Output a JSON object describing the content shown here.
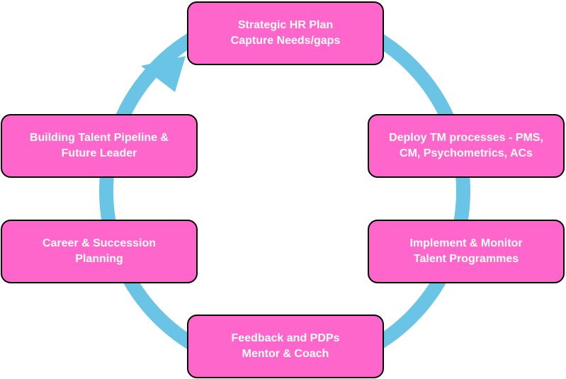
{
  "diagram": {
    "type": "cycle",
    "colors": {
      "node_fill": "#ff66cc",
      "node_border": "#000000",
      "node_text": "#ffffff",
      "ring": "#6ac4e6",
      "background": "#ffffff"
    },
    "nodes": [
      {
        "id": "strategic-hr-plan",
        "text": "Strategic HR Plan\nCapture Needs/gaps"
      },
      {
        "id": "deploy-tm-processes",
        "text": "Deploy TM processes - PMS,\nCM, Psychometrics, ACs"
      },
      {
        "id": "implement-monitor",
        "text": "Implement & Monitor\nTalent Programmes"
      },
      {
        "id": "feedback-pdps",
        "text": "Feedback and PDPs\nMentor & Coach"
      },
      {
        "id": "career-succession",
        "text": "Career & Succession\nPlanning"
      },
      {
        "id": "talent-pipeline",
        "text": "Building Talent Pipeline &\nFuture Leader"
      }
    ],
    "edges": [
      {
        "from": "talent-pipeline",
        "to": "strategic-hr-plan",
        "arrow": true
      }
    ]
  }
}
